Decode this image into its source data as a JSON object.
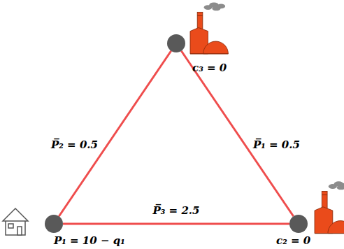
{
  "diagram": {
    "nodes": [
      {
        "text": [
          "c₃ = 0"
        ]
      },
      {
        "text": [
          "P₁ = 10 − q₁"
        ]
      },
      {
        "text": [
          "c₂ = 0"
        ]
      }
    ],
    "edges": [
      {
        "from": 0,
        "to": 1,
        "arrow": "none",
        "label": "P̅₂ = 0.5"
      },
      {
        "from": 0,
        "to": 2,
        "arrow": "none",
        "label": "P̅₁ = 0.5"
      },
      {
        "from": 1,
        "to": 2,
        "arrow": "none",
        "label": "P̅₃ = 2.5"
      }
    ]
  }
}
